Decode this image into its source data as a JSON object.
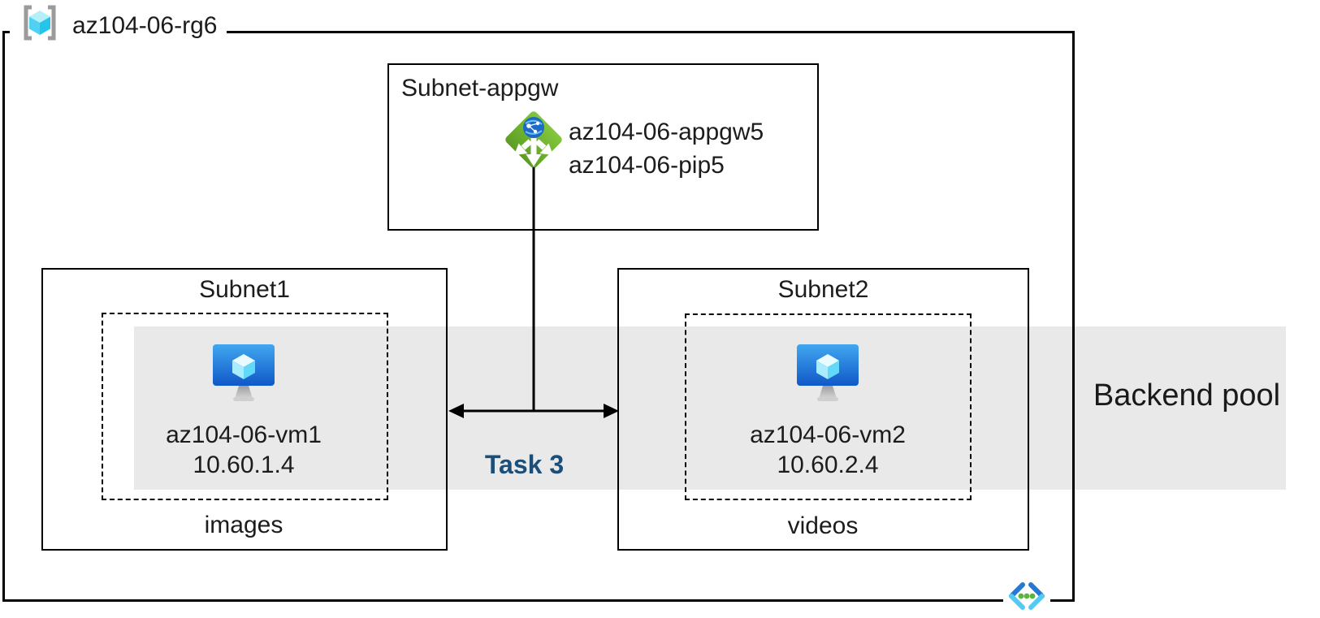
{
  "resource_group": {
    "label": "az104-06-rg6"
  },
  "appgw_subnet": {
    "title": "Subnet-appgw",
    "gateway_name": "az104-06-appgw5",
    "public_ip_name": "az104-06-pip5"
  },
  "subnets": [
    {
      "title": "Subnet1",
      "vm_name": "az104-06-vm1",
      "vm_ip": "10.60.1.4",
      "storage_label": "images"
    },
    {
      "title": "Subnet2",
      "vm_name": "az104-06-vm2",
      "vm_ip": "10.60.2.4",
      "storage_label": "videos"
    }
  ],
  "backend_pool": {
    "label": "Backend pool"
  },
  "task": {
    "label": "Task 3"
  },
  "icons": {
    "resource_group": "resource-group-icon",
    "application_gateway": "application-gateway-icon",
    "virtual_machine": "virtual-machine-icon",
    "virtual_network": "virtual-network-icon"
  },
  "colors": {
    "backend_band_gray": "#e9e9e9",
    "task_navy": "#1b4e79",
    "gateway_green": "#6eb53e",
    "vm_blue_top": "#3ea6f0",
    "vm_blue_bottom": "#1b66d4",
    "cube_cyan": "#4fd2f2",
    "bracket_gray": "#9b9b9b",
    "vnet_dark_blue": "#2579d2",
    "vnet_light_cyan": "#53cbf1",
    "vnet_dot_green": "#5bb53c",
    "border_black": "#000000"
  }
}
